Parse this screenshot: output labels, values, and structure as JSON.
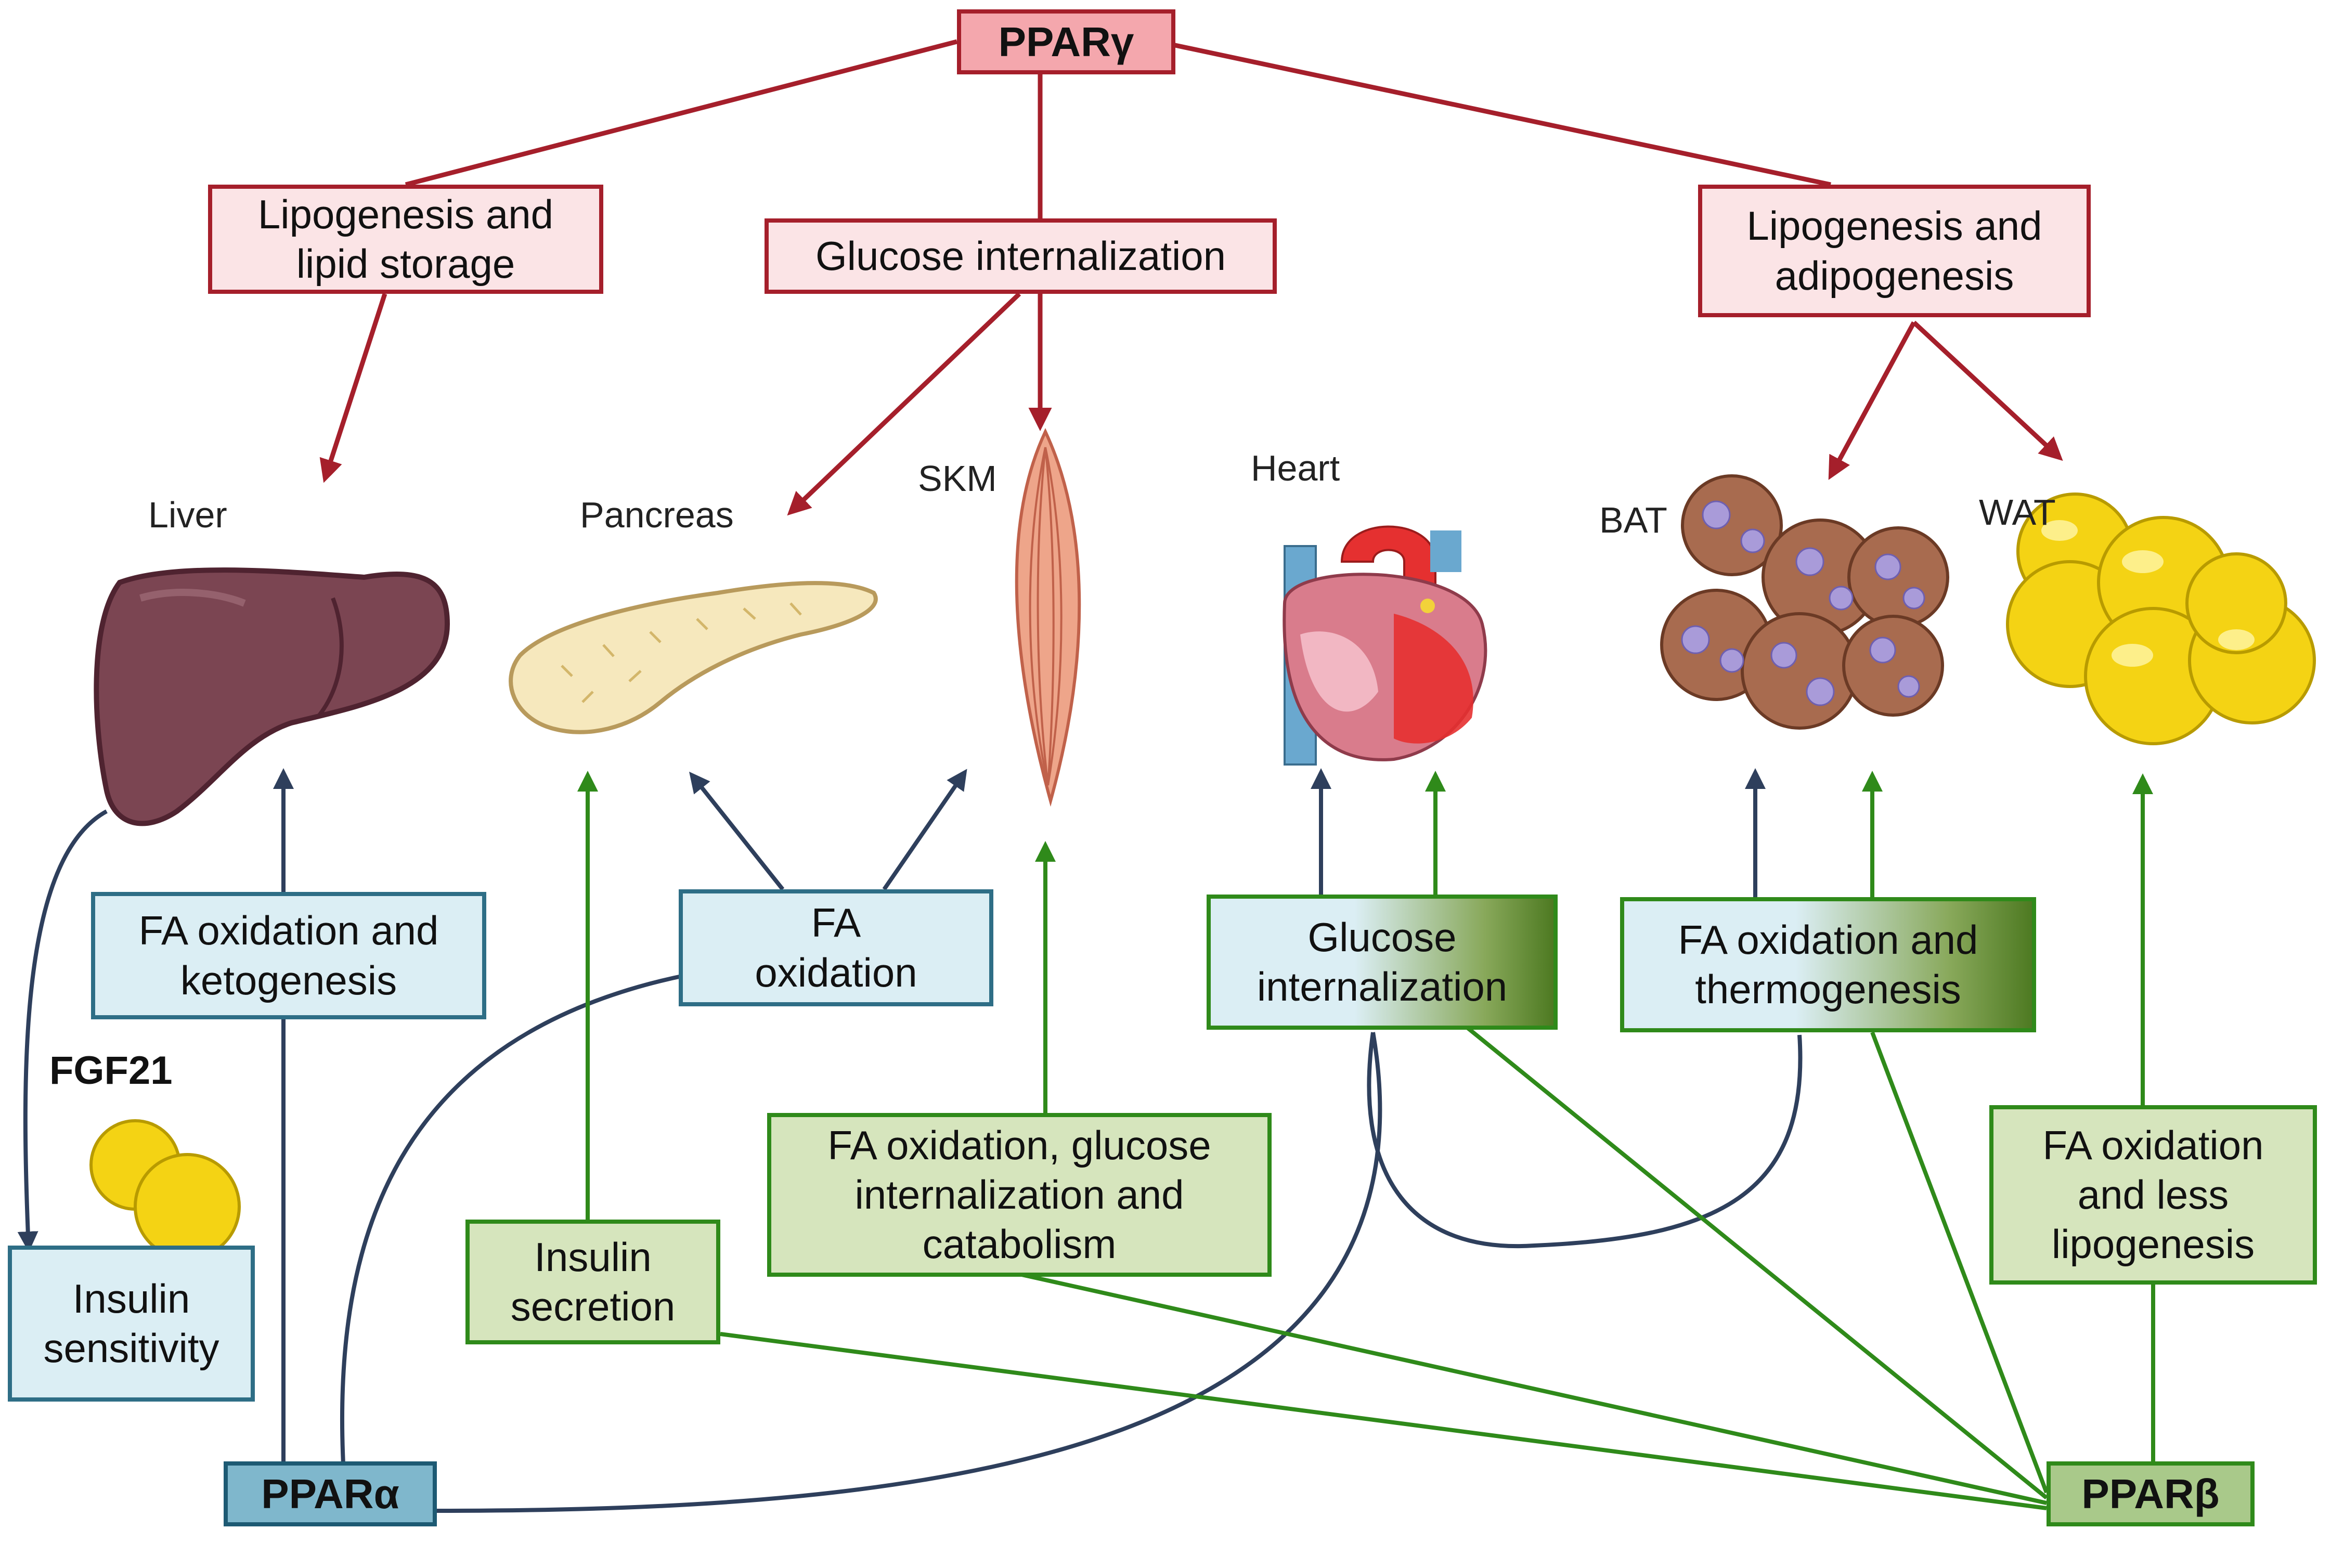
{
  "regulators": {
    "ppar_gamma": "PPARγ",
    "ppar_alpha": "PPARα",
    "ppar_beta": "PPARβ"
  },
  "gamma_effects": {
    "liver": "Lipogenesis and\nlipid storage",
    "glucose": "Glucose internalization",
    "adipose": "Lipogenesis and\nadipogenesis"
  },
  "organs": {
    "liver": "Liver",
    "pancreas": "Pancreas",
    "skm": "SKM",
    "heart": "Heart",
    "bat": "BAT",
    "wat": "WAT"
  },
  "alpha_effects": {
    "liver": "FA oxidation and\nketogenesis",
    "pancreas_skm": "FA\noxidation",
    "insulin": "Insulin\nsensitivity",
    "fgf21": "FGF21"
  },
  "shared_effects": {
    "heart": "Glucose\ninternalization",
    "bat": "FA oxidation and\nthermogenesis"
  },
  "beta_effects": {
    "skm": "FA oxidation, glucose\ninternalization and\ncatabolism",
    "insulin": "Insulin\nsecretion",
    "wat": "FA oxidation\nand less\nlipogenesis"
  },
  "colors": {
    "gamma": "#a51f2b",
    "alpha": "#2e3f5c",
    "beta": "#2f8a1a"
  }
}
